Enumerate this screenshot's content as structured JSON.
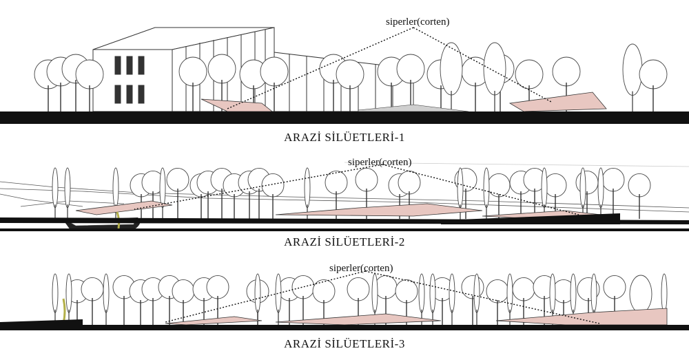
{
  "sections": [
    {
      "title": "ARAZİ SİLÜETLERİ-1",
      "annotation": "siperler(corten)"
    },
    {
      "title": "ARAZİ SİLÜETLERİ-2",
      "annotation": "siperler(corten)"
    },
    {
      "title": "ARAZİ SİLÜETLERİ-3",
      "annotation": "siperler(corten)"
    }
  ],
  "colors": {
    "corten": "#e8c7c1",
    "ground": "#111111",
    "line": "#222222"
  }
}
